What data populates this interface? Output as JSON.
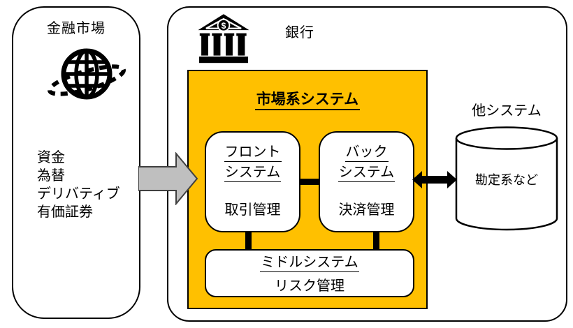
{
  "left_panel": {
    "title": "金融市場",
    "items": [
      "資金",
      "為替",
      "デリバティブ",
      "有価証券"
    ]
  },
  "bank": {
    "title": "銀行",
    "market_system": {
      "title": "市場系システム",
      "front_system": {
        "name_line1": "フロント",
        "name_line2": "システム",
        "role": "取引管理"
      },
      "back_system": {
        "name_line1": "バック",
        "name_line2": "システム",
        "role": "決済管理"
      },
      "middle_system": {
        "name": "ミドルシステム",
        "role": "リスク管理"
      }
    },
    "other_system": {
      "title": "他システム",
      "database_label": "勘定系など"
    }
  },
  "icons": {
    "globe": "globe-with-dashed-orbit",
    "bank": "classical-bank-building-with-dollar",
    "database": "database-cylinder",
    "flow_arrow": "thick-right-arrow",
    "link_arrow": "double-headed-arrow"
  },
  "colors": {
    "market_system_fill": "#FFC000",
    "flow_arrow_fill": "#BFBFBF",
    "line": "#000000",
    "background": "#FFFFFF"
  }
}
